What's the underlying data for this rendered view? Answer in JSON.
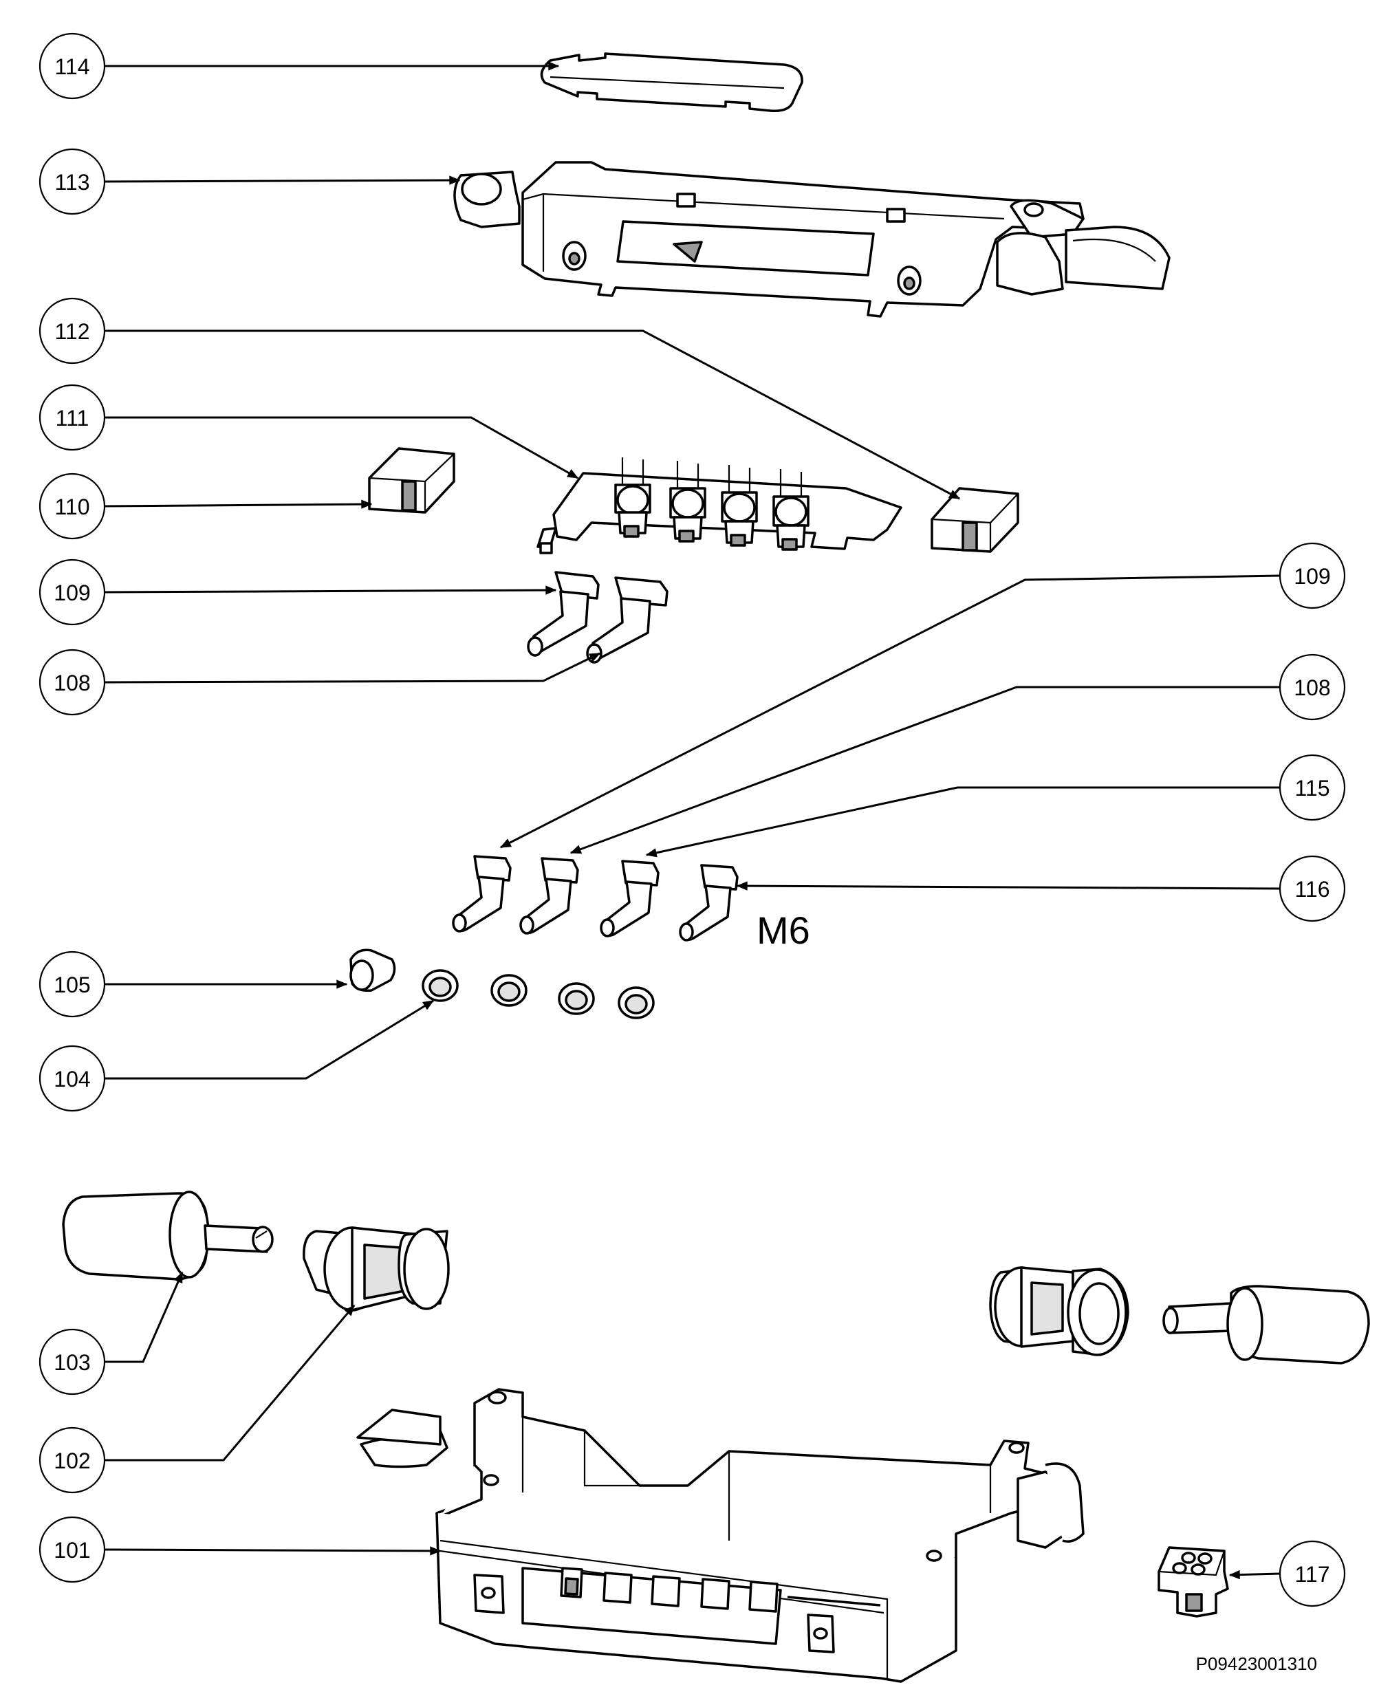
{
  "diagram": {
    "reference_code": "P09423001310",
    "marker_label": "M6",
    "callouts": [
      {
        "id": "c114",
        "label": "114"
      },
      {
        "id": "c113",
        "label": "113"
      },
      {
        "id": "c112",
        "label": "112"
      },
      {
        "id": "c111",
        "label": "111"
      },
      {
        "id": "c110",
        "label": "110"
      },
      {
        "id": "c109a",
        "label": "109"
      },
      {
        "id": "c108a",
        "label": "108"
      },
      {
        "id": "c109b",
        "label": "109"
      },
      {
        "id": "c108b",
        "label": "108"
      },
      {
        "id": "c115",
        "label": "115"
      },
      {
        "id": "c116",
        "label": "116"
      },
      {
        "id": "c105",
        "label": "105"
      },
      {
        "id": "c104",
        "label": "104"
      },
      {
        "id": "c103",
        "label": "103"
      },
      {
        "id": "c102",
        "label": "102"
      },
      {
        "id": "c101",
        "label": "101"
      },
      {
        "id": "c117",
        "label": "117"
      }
    ]
  }
}
